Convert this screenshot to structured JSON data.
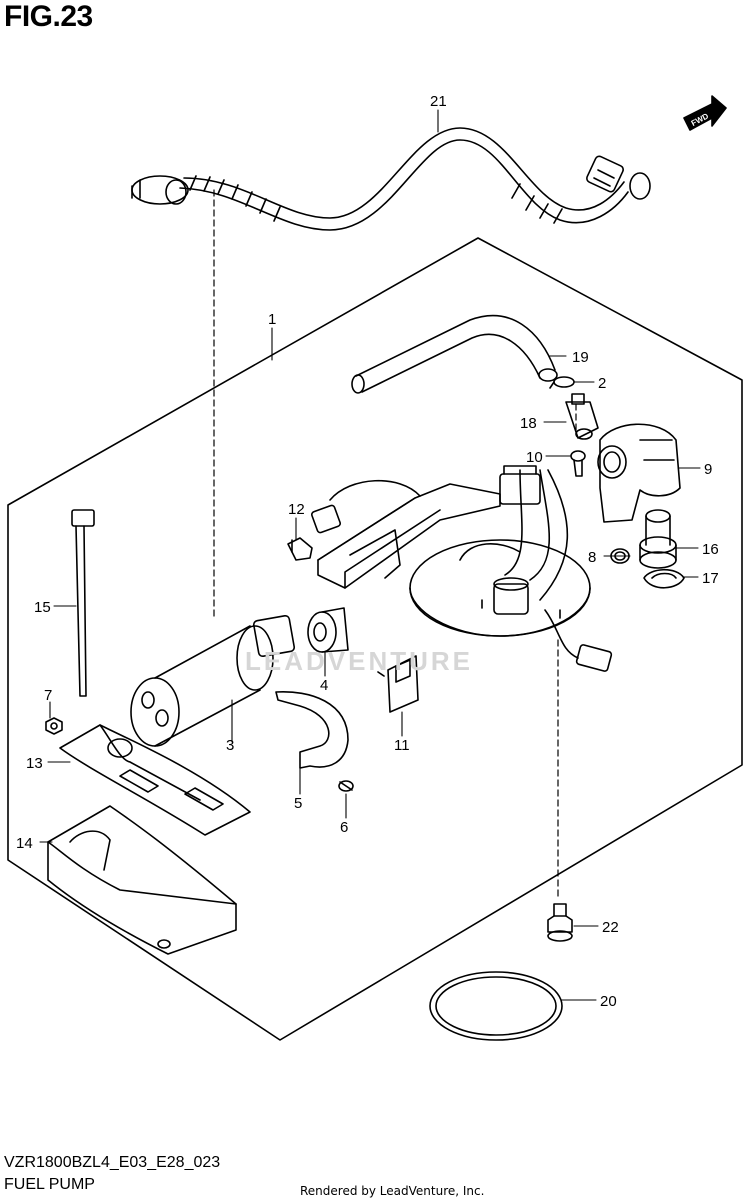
{
  "figure": {
    "title": "FIG.23",
    "model_code": "VZR1800BZL4_E03_E28_023",
    "page_name": "FUEL PUMP"
  },
  "credit": "Rendered by LeadVenture, Inc.",
  "watermark": "LEADVENTURE",
  "direction_marker": "FWD",
  "callouts": {
    "c1": "1",
    "c2": "2",
    "c3": "3",
    "c4": "4",
    "c5": "5",
    "c6": "6",
    "c7": "7",
    "c8": "8",
    "c9": "9",
    "c10": "10",
    "c11": "11",
    "c12": "12",
    "c13": "13",
    "c14": "14",
    "c15": "15",
    "c16": "16",
    "c17": "17",
    "c18": "18",
    "c19": "19",
    "c20": "20",
    "c21": "21",
    "c22": "22"
  }
}
